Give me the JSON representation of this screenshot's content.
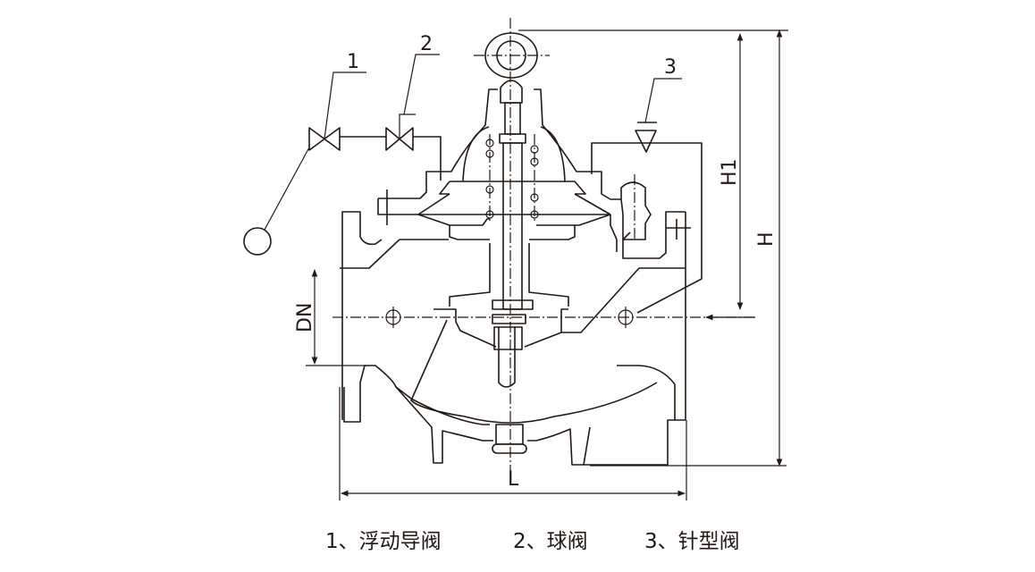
{
  "diagram": {
    "callouts": [
      "1",
      "2",
      "3"
    ],
    "dimensions": {
      "dn": "DN",
      "h1": "H1",
      "h": "H",
      "l": "L"
    },
    "legend": [
      {
        "label": "1、浮动导阀"
      },
      {
        "label": "2、球阀"
      },
      {
        "label": "3、针型阀"
      }
    ],
    "line_color": "#231815"
  }
}
